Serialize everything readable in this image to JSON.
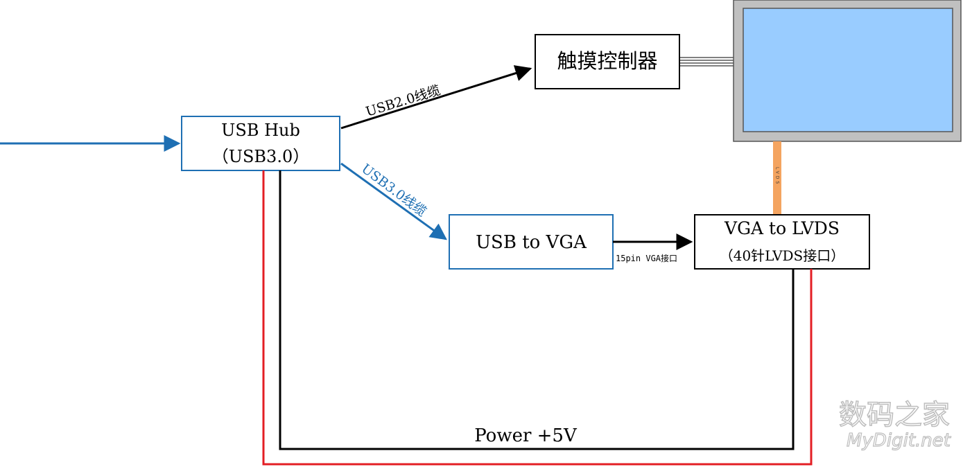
{
  "nodes": {
    "usb_hub": {
      "line1": "USB Hub",
      "line2": "（USB3.0）"
    },
    "touch_controller": {
      "label": "触摸控制器"
    },
    "usb_to_vga": {
      "label": "USB to VGA"
    },
    "vga_to_lvds": {
      "line1": "VGA to LVDS",
      "line2": "（40针LVDS接口）"
    }
  },
  "edges": {
    "usb2_cable": "USB2.0线缆",
    "usb3_cable": "USB3.0线缆",
    "vga_cable": "15pin VGA接口",
    "lvds_cable": "LVDS",
    "power": "Power +5V"
  },
  "watermark": {
    "line1": "数码之家",
    "line2": "MyDigit.net"
  },
  "colors": {
    "blue": "#1e6fb3",
    "black": "#000000",
    "red": "#e31e24",
    "screen_fill": "#99ccff",
    "screen_frame": "#c0c0c0",
    "lvds_cable": "#f4a460",
    "watermark": "#c8c8c8"
  }
}
